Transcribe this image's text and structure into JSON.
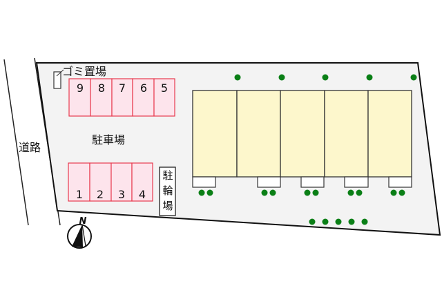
{
  "labels": {
    "road": "道路",
    "garbage": "ゴミ置場",
    "parking": "駐車場",
    "bicycle_parking": [
      "駐",
      "輪",
      "場"
    ],
    "north": "N"
  },
  "parking_top": [
    "9",
    "8",
    "7",
    "6",
    "5"
  ],
  "parking_bottom": [
    "1",
    "2",
    "3",
    "4"
  ],
  "building_units": 5,
  "colors": {
    "lot_fill": "#f3f3f3",
    "parking_fill": "#fde4ec",
    "parking_stroke": "#e83a4f",
    "building_fill": "#fdf7cc",
    "tree": "#0a7f16"
  }
}
